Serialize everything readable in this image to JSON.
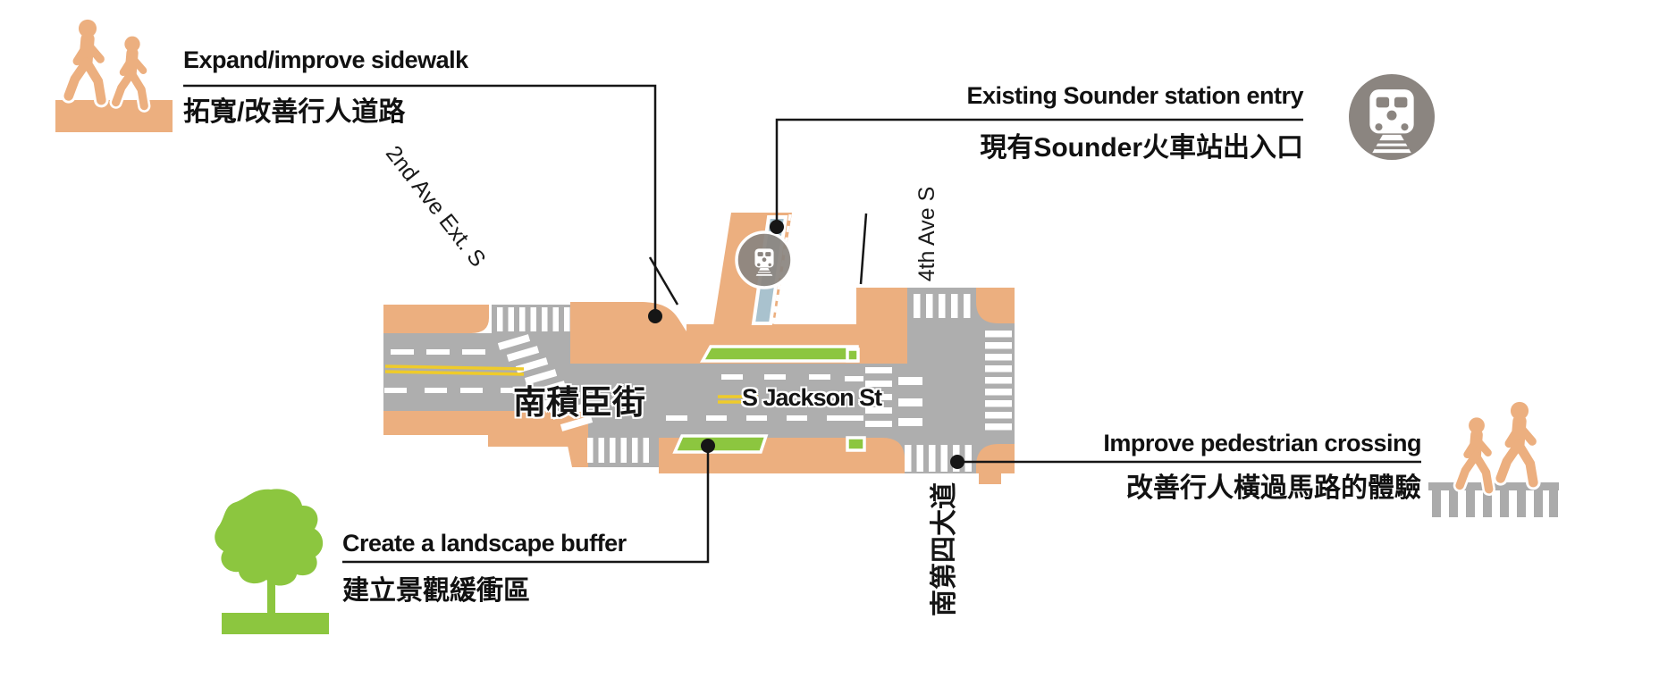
{
  "figure": {
    "description": "Street improvement concept diagram for S Jackson St at 2nd Ave Ext S and 4th Ave S, with bilingual callouts"
  },
  "colors": {
    "sidewalk_orange": "#ECAF7F",
    "road_gray": "#AEAEAE",
    "landscape_green": "#8CC63F",
    "lane_yellow": "#EFCB2A",
    "station_blue": "#A9C2CE",
    "icon_gray": "#8B8580"
  },
  "legend": {
    "sidewalk": {
      "icon": "pedestrians-sidewalk-icon",
      "en": "Expand/improve sidewalk",
      "zh": "拓寬/改善行人道路"
    },
    "station": {
      "icon": "train-icon",
      "en": "Existing Sounder station entry",
      "zh": "現有Sounder火車站出入口"
    },
    "landscape": {
      "icon": "tree-icon",
      "en": "Create a landscape buffer",
      "zh": "建立景觀緩衝區"
    },
    "crossing": {
      "icon": "pedestrian-crossing-icon",
      "en": "Improve pedestrian crossing",
      "zh": "改善行人橫過馬路的體驗"
    }
  },
  "map": {
    "streets": {
      "jackson_zh": "南積臣街",
      "jackson_en": "S Jackson St",
      "second_ave": "2nd Ave Ext. S",
      "fourth_ave": "4th Ave S",
      "fourth_ave_zh": "南第四大道"
    }
  }
}
